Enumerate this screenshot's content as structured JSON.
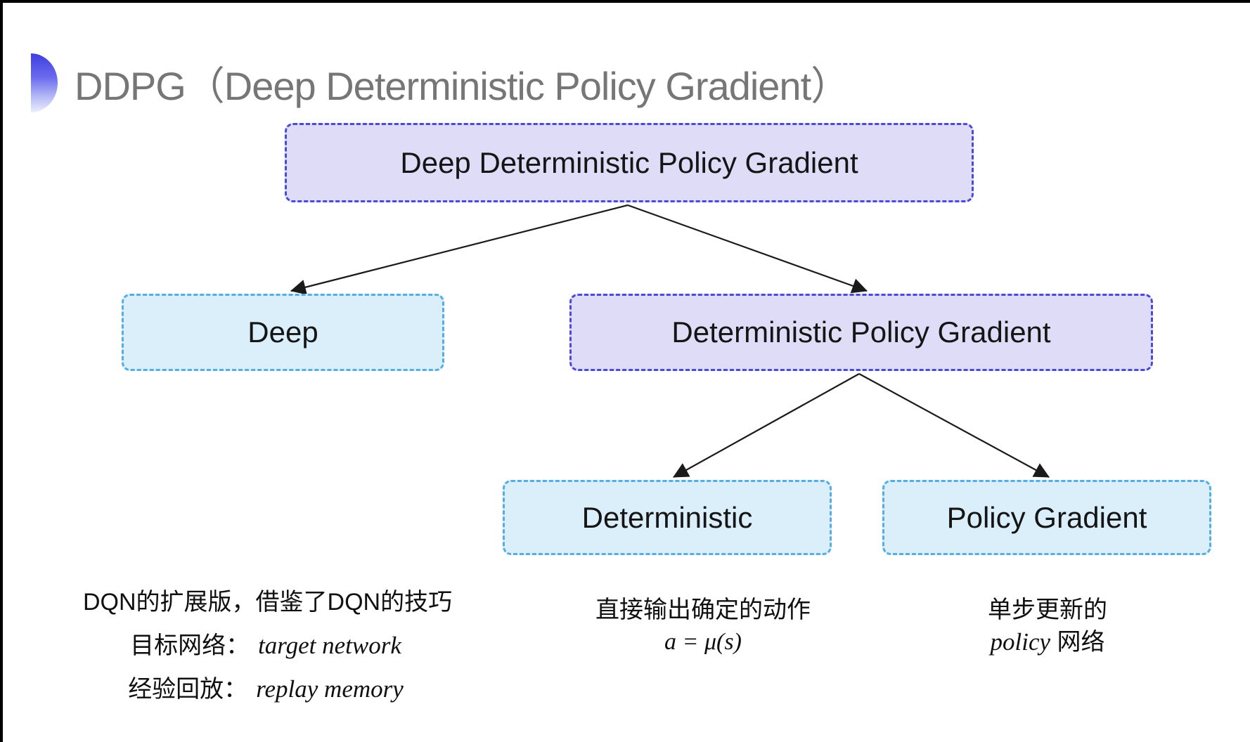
{
  "colors": {
    "purple_fill": "#dedcf7",
    "purple_border": "#4b4ad8",
    "blue_fill": "#dbeffb",
    "blue_border": "#55aee2",
    "arrow": "#1a1a1a",
    "title_color": "#767676",
    "bullet_top": "#3e3edf",
    "bullet_bottom": "#eceefc"
  },
  "header": {
    "title": "DDPG（Deep Deterministic Policy Gradient）"
  },
  "diagram": {
    "nodes": [
      {
        "id": "ddpg",
        "label": "Deep Deterministic Policy Gradient",
        "variant": "purple"
      },
      {
        "id": "deep",
        "label": "Deep",
        "variant": "blue"
      },
      {
        "id": "dpg",
        "label": "Deterministic Policy Gradient",
        "variant": "purple"
      },
      {
        "id": "deterministic",
        "label": "Deterministic",
        "variant": "blue"
      },
      {
        "id": "policy-gradient",
        "label": "Policy Gradient",
        "variant": "blue"
      }
    ],
    "edges": [
      {
        "from": "ddpg",
        "to": "deep"
      },
      {
        "from": "ddpg",
        "to": "dpg"
      },
      {
        "from": "dpg",
        "to": "deterministic"
      },
      {
        "from": "dpg",
        "to": "policy-gradient"
      }
    ]
  },
  "notes": {
    "deep": {
      "line1": "DQN的扩展版，借鉴了DQN的技巧",
      "line2_label": "目标网络：",
      "line2_value": "target network",
      "line3_label": "经验回放：",
      "line3_value": "replay memory"
    },
    "deterministic": {
      "line1": "直接输出确定的动作",
      "formula": "a = μ(s)"
    },
    "policy_gradient": {
      "line1": "单步更新的",
      "line2_italic": "policy",
      "line2_rest": " 网络"
    }
  }
}
